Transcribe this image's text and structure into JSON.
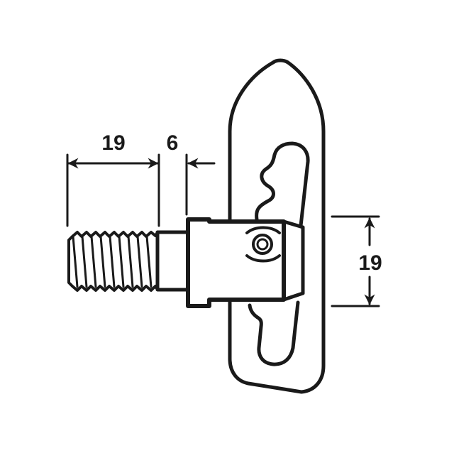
{
  "diagram": {
    "subject": "thumb screw / wing bolt fastener technical drawing",
    "colors": {
      "line": "#1a1a1a",
      "background": "#ffffff"
    },
    "dimensions": {
      "thread_length": {
        "label": "19",
        "orientation": "horizontal"
      },
      "gap": {
        "label": "6",
        "orientation": "horizontal"
      },
      "body_height": {
        "label": "19",
        "orientation": "vertical"
      }
    }
  }
}
